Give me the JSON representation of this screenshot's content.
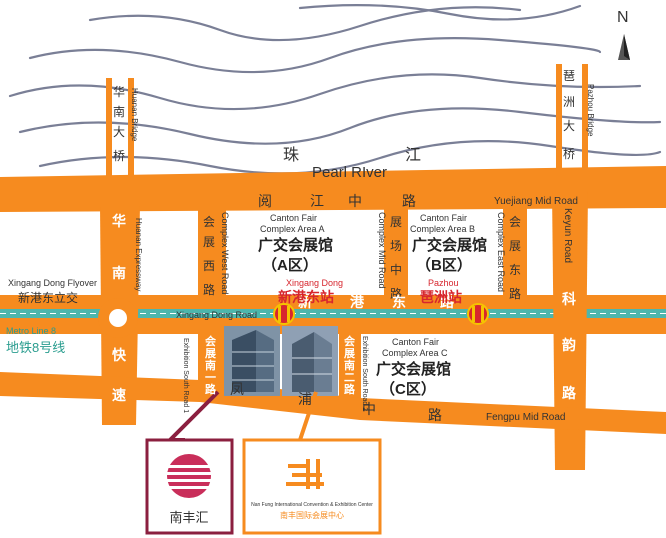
{
  "compass": {
    "label": "N"
  },
  "river": {
    "cn1": "珠",
    "cn2": "江",
    "en": "Pearl RIver"
  },
  "roads": {
    "huanan_bridge_cn": [
      "华",
      "南",
      "大",
      "桥"
    ],
    "huanan_bridge_en": "Huanan Bridge",
    "pazhou_bridge_cn": [
      "琶",
      "洲",
      "大",
      "桥"
    ],
    "pazhou_bridge_en": "Pazhou Bridge",
    "yuejiang_cn": [
      "阅",
      "江",
      "中",
      "路"
    ],
    "yuejiang_en": "Yuejiang Mid Road",
    "huanan_expy_cn": [
      "华",
      "南",
      "快",
      "速"
    ],
    "huanan_expy_en": "Huanan Expressway",
    "keyun_cn": [
      "科",
      "韵",
      "路"
    ],
    "keyun_en": "Keyun Road",
    "west_cn": [
      "会",
      "展",
      "西",
      "路"
    ],
    "west_en": "Complex West Road",
    "mid_cn": [
      "展",
      "场",
      "中",
      "路"
    ],
    "mid_en": "Complex Mid Road",
    "east_cn": [
      "会",
      "展",
      "东",
      "路"
    ],
    "east_en": "Complex East Road",
    "xingang_cn": [
      "新",
      "港",
      "东",
      "路"
    ],
    "xingang_en": "Xingang Dong Road",
    "south1_cn": [
      "会",
      "展",
      "南",
      "一",
      "路"
    ],
    "south1_en": "Exhibition South Road 1",
    "south2_cn": [
      "会",
      "展",
      "南",
      "二",
      "路"
    ],
    "south2_en": "Exhibition South Road 2",
    "fengpu_cn": [
      "凤",
      "浦",
      "中",
      "路"
    ],
    "fengpu_en": "Fengpu Mid Road"
  },
  "flyover": {
    "en": "Xingang Dong Flyover",
    "cn": "新港东立交"
  },
  "metro": {
    "en": "Metro Line 8",
    "cn": "地铁8号线"
  },
  "areas": [
    {
      "en1": "Canton Fair",
      "en2": "Complex Area A",
      "cn1": "广交会展馆",
      "cn2": "（A区）"
    },
    {
      "en1": "Canton Fair",
      "en2": "Complex Area B",
      "cn1": "广交会展馆",
      "cn2": "（B区）"
    },
    {
      "en1": "Canton Fair",
      "en2": "Complex  Area C",
      "cn1": "广交会展馆",
      "cn2": "（C区）"
    }
  ],
  "stations": [
    {
      "en": "Xingang Dong",
      "cn": "新港东站"
    },
    {
      "en": "Pazhou",
      "cn": "琶洲站"
    }
  ],
  "venues": {
    "left_cn": "南丰汇",
    "right_en": "Nan Fung International Convention & Exhibition Center",
    "right_cn": "南丰国际会展中心"
  },
  "colors": {
    "road": "#f68b1f",
    "metro": "#4db6ac",
    "river": "#7a7f96",
    "station": "#d7262e",
    "accent": "#8b1f3f"
  }
}
